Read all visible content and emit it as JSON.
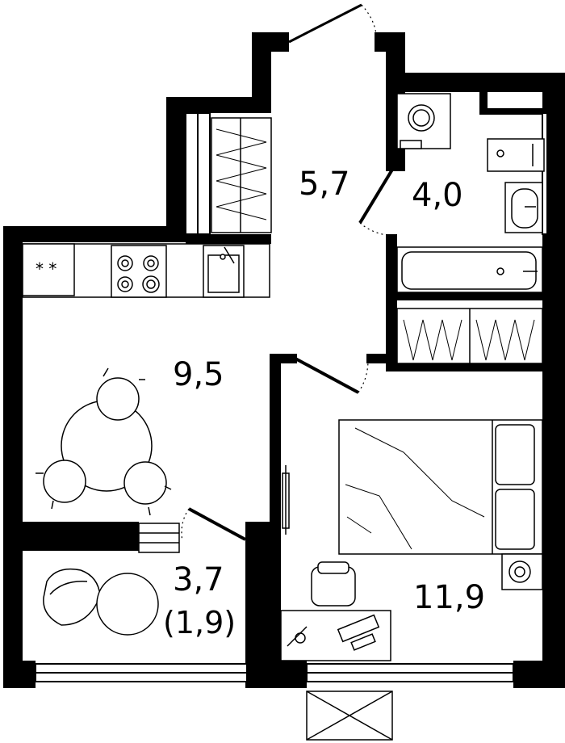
{
  "plan": {
    "colors": {
      "wall": "#000000",
      "line": "#000000",
      "background": "#ffffff",
      "fixture_fill": "#ffffff"
    },
    "rooms": [
      {
        "id": "hall",
        "area": "5,7"
      },
      {
        "id": "bathroom",
        "area": "4,0"
      },
      {
        "id": "kitchen-living",
        "area": "9,5"
      },
      {
        "id": "balcony",
        "area": "3,7",
        "area_reduced": "(1,9)"
      },
      {
        "id": "bedroom",
        "area": "11,9"
      }
    ],
    "icons": [
      "stove-icon",
      "sink-icon",
      "fridge-icon",
      "toilet-icon",
      "bathtub-icon",
      "washbasin-icon",
      "wardrobe-icon",
      "bed-icon",
      "chair-icon",
      "dining-table-icon",
      "desk-icon",
      "washing-machine-icon",
      "mirror-icon",
      "lounge-chair-icon",
      "radiator-icon"
    ]
  }
}
